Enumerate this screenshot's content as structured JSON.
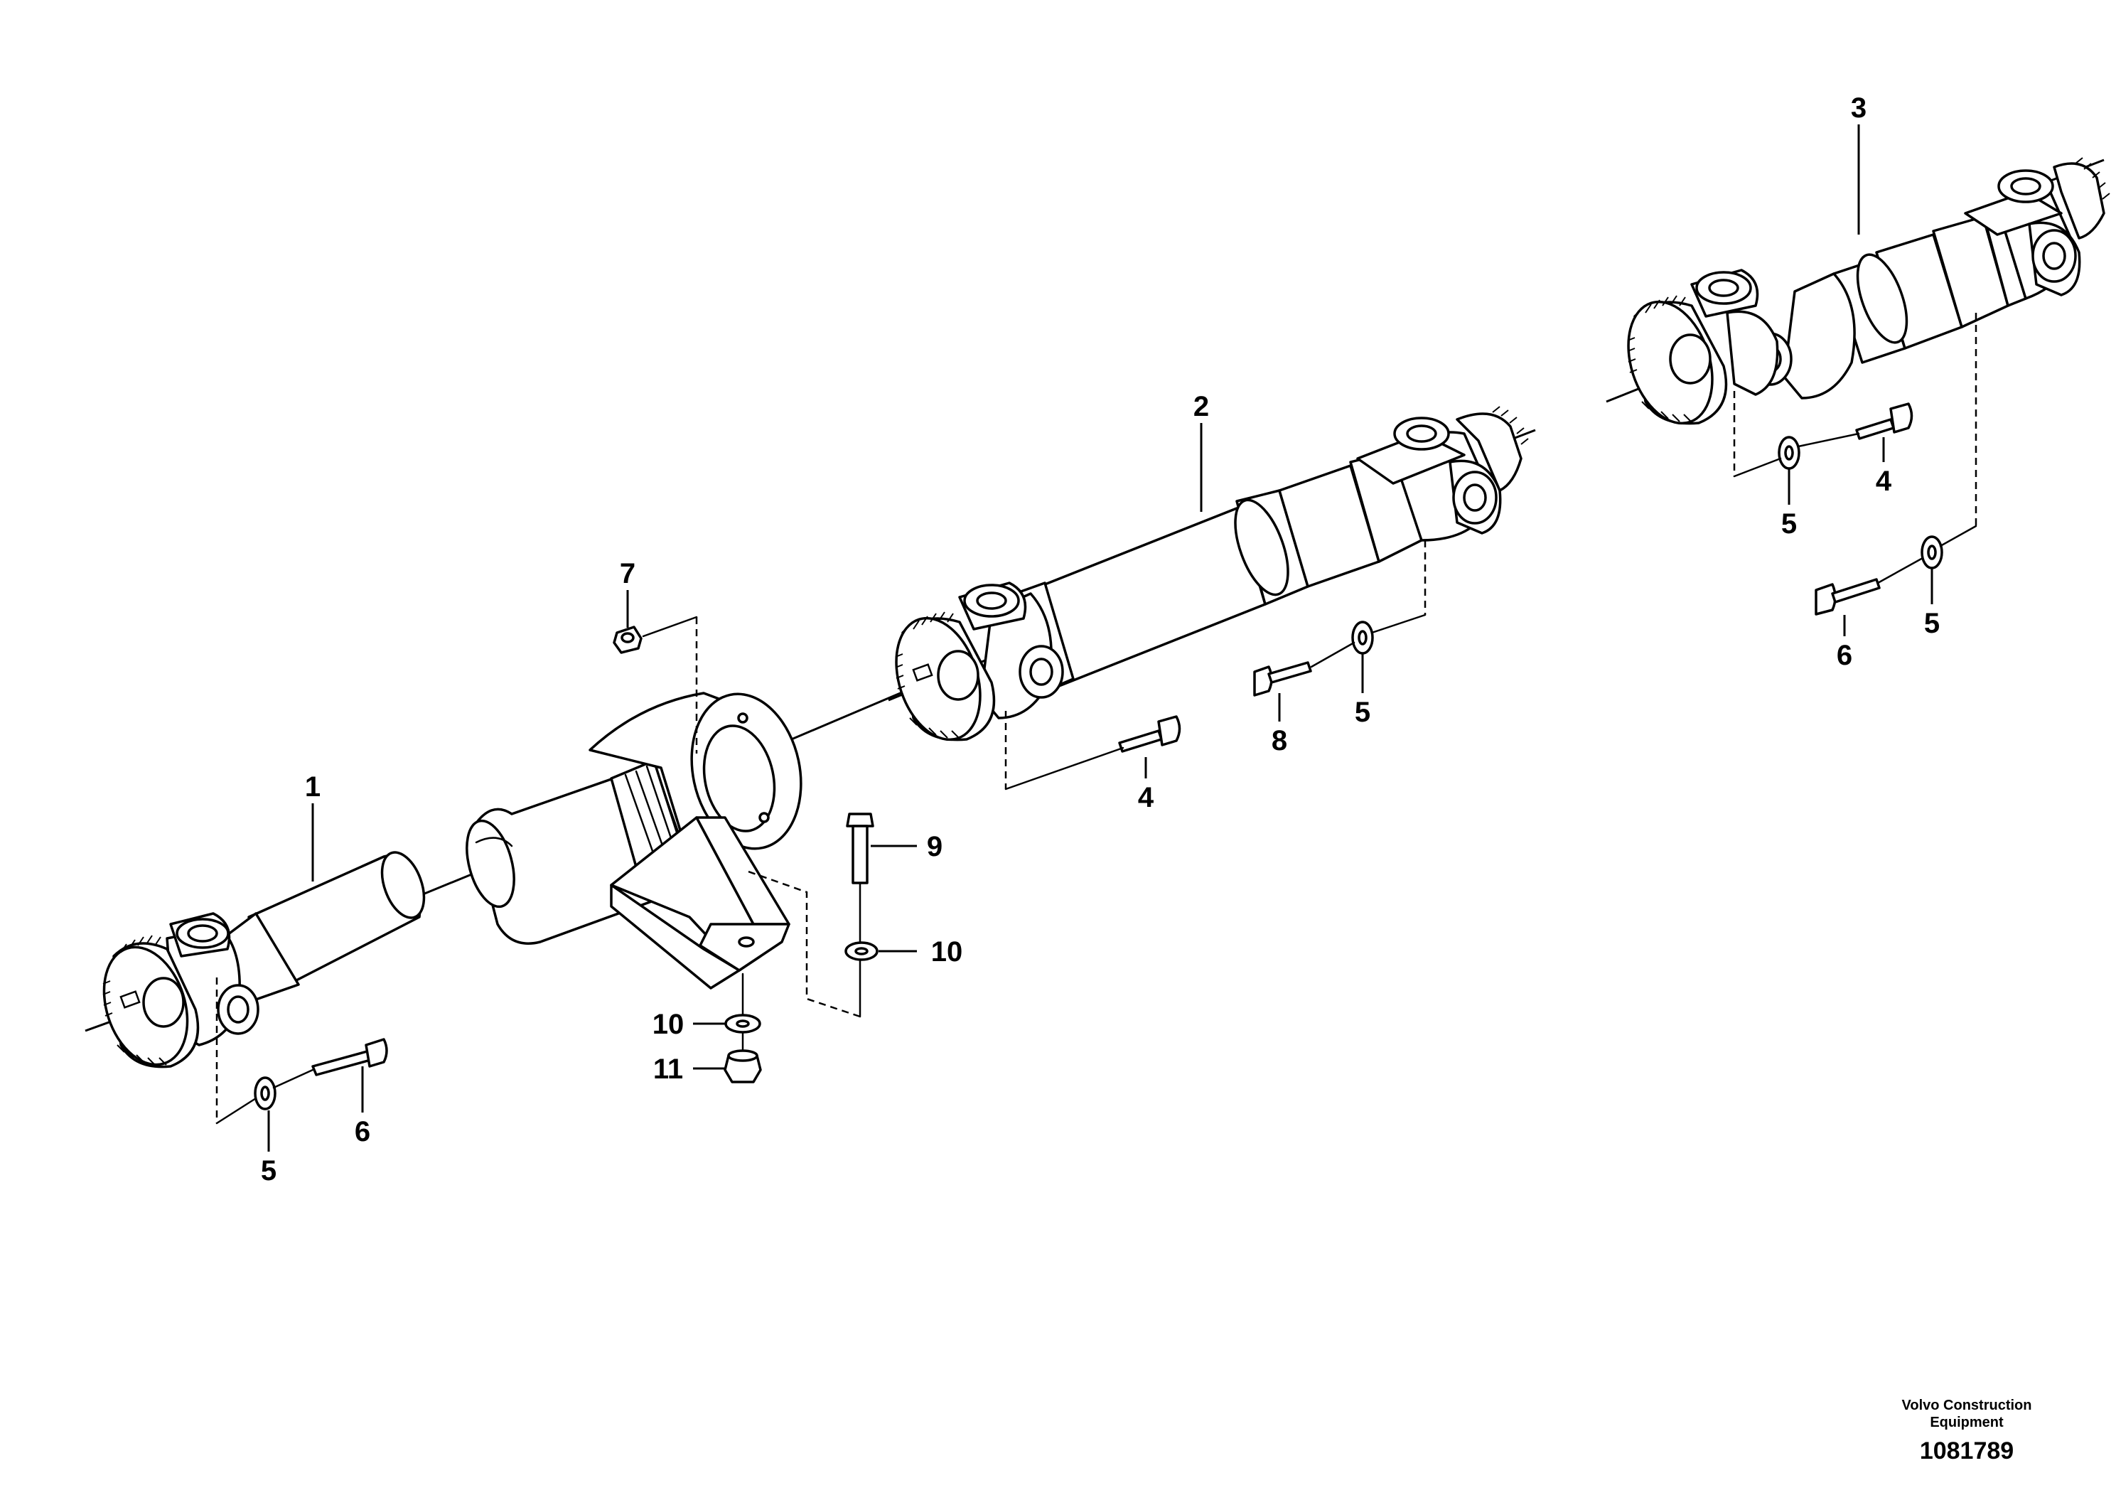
{
  "callouts": [
    {
      "id": "c1",
      "text": "1"
    },
    {
      "id": "c2",
      "text": "2"
    },
    {
      "id": "c3",
      "text": "3"
    },
    {
      "id": "c4a",
      "text": "4"
    },
    {
      "id": "c4b",
      "text": "4"
    },
    {
      "id": "c5a",
      "text": "5"
    },
    {
      "id": "c5b",
      "text": "5"
    },
    {
      "id": "c5c",
      "text": "5"
    },
    {
      "id": "c5d",
      "text": "5"
    },
    {
      "id": "c6a",
      "text": "6"
    },
    {
      "id": "c6b",
      "text": "6"
    },
    {
      "id": "c7",
      "text": "7"
    },
    {
      "id": "c8",
      "text": "8"
    },
    {
      "id": "c9",
      "text": "9"
    },
    {
      "id": "c10a",
      "text": "10"
    },
    {
      "id": "c10b",
      "text": "10"
    },
    {
      "id": "c11",
      "text": "11"
    }
  ],
  "footer": {
    "brand": "Volvo Construction Equipment",
    "drawing_number": "1081789"
  },
  "colors": {
    "line": "#000000",
    "background": "#ffffff"
  }
}
